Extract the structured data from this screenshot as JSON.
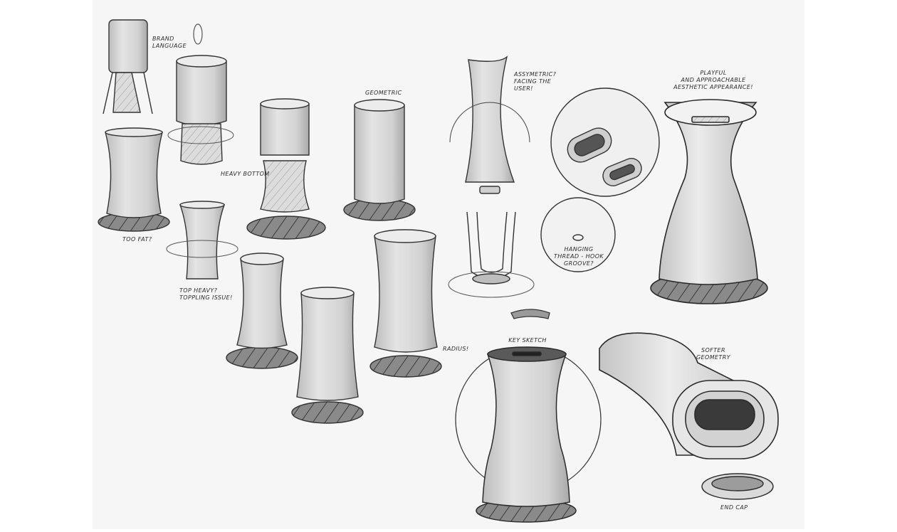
{
  "colors": {
    "background": "#ffffff",
    "paper": "#f5f5f5",
    "ink": "#2b2b2b",
    "body_fill": "#d8d8d8",
    "shadow_fill": "#7a7a7a"
  },
  "annotations": {
    "brand_language": [
      "BRAND",
      "LANGUAGE"
    ],
    "heavy_bottom": "HEAVY BOTTOM",
    "too_fat": "TOO FAT?",
    "top_heavy": [
      "TOP HEAVY?",
      "TOPPLING ISSUE!"
    ],
    "geometric": "GEOMETRIC",
    "assymetric": [
      "ASSYMETRIC?",
      "FACING THE",
      "USER!"
    ],
    "playful": [
      "PLAYFUL",
      "AND APPROACHABLE",
      "AESTHETIC APPEARANCE!"
    ],
    "hanging_thread": [
      "HANGING",
      "THREAD - HOOK",
      "GROOVE?"
    ],
    "radius": "RADIUS!",
    "key_sketch": "KEY SKETCH",
    "softer_geometry": [
      "SOFTER",
      "GEOMETRY"
    ],
    "end_cap": "END CAP"
  }
}
